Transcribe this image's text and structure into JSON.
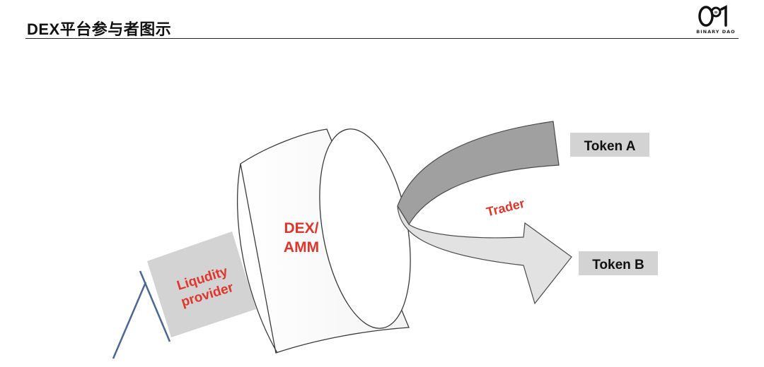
{
  "header": {
    "title": "DEX平台参与者图示"
  },
  "logo": {
    "caption": "BINARY DAO"
  },
  "diagram": {
    "nodes": {
      "token_a": "Token A",
      "token_b": "Token B",
      "trader": "Trader",
      "dex_line1": "DEX/",
      "dex_line2": "AMM",
      "lp_line1": "Liqudity",
      "lp_line2": "provider"
    }
  },
  "colors": {
    "accent_red": "#e0352b",
    "box_gray": "#d3d3d3",
    "arrow_dark": "#a0a0a0",
    "arrow_light": "#e2e2e2",
    "stick_blue": "#4a6896"
  }
}
